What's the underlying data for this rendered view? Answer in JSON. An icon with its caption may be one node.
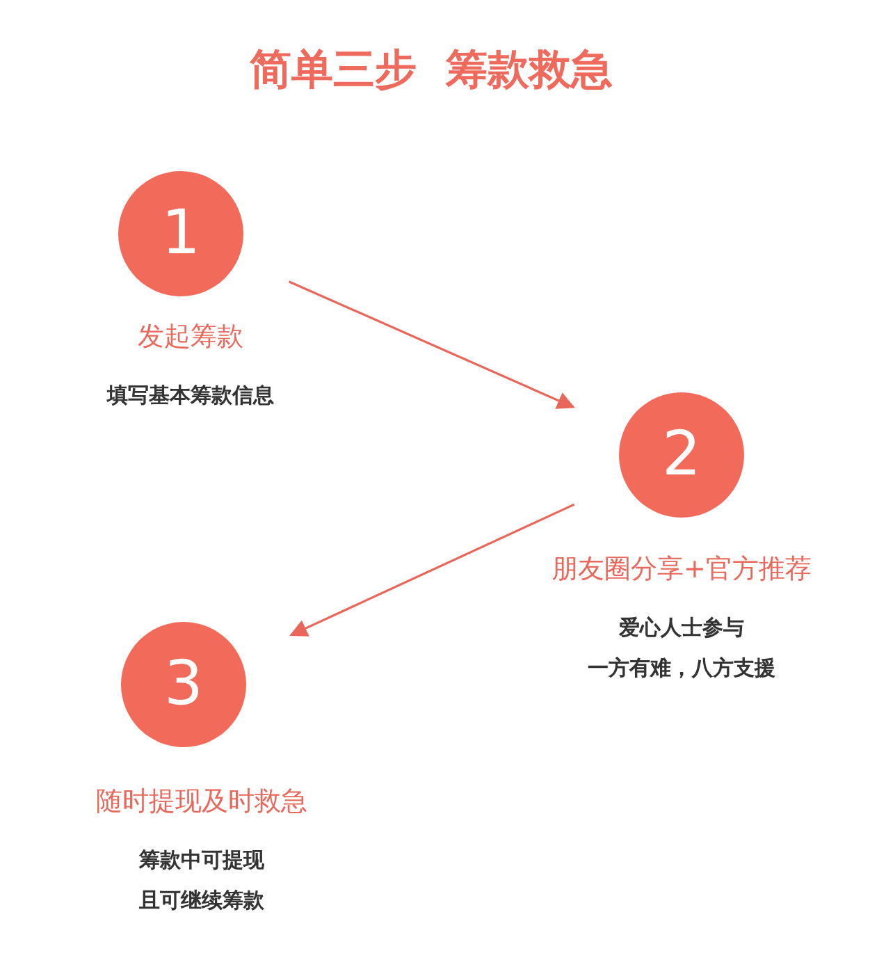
{
  "diagram": {
    "title": "简单三步  筹款救急",
    "nodes": [
      {
        "text": [
          "1"
        ],
        "beside": [
          "发起筹款",
          "填写基本筹款信息"
        ]
      },
      {
        "text": [
          "2"
        ],
        "beside": [
          "朋友圈分享+官方推荐",
          "爱心人士参与",
          "一方有难，八方支援"
        ]
      },
      {
        "text": [
          "3"
        ],
        "beside": [
          "随时提现及时救急",
          "筹款中可提现",
          "且可继续筹款"
        ]
      }
    ],
    "edges": [
      {
        "from": 0,
        "to": 1,
        "arrow": "to"
      },
      {
        "from": 1,
        "to": 2,
        "arrow": "to"
      }
    ]
  }
}
